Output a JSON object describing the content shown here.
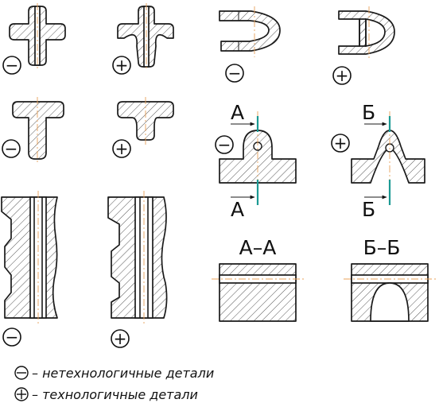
{
  "symbols": {
    "minus": "−",
    "plus": "+"
  },
  "section_marks": {
    "a_top": "А",
    "a_bottom": "А",
    "b_top": "Б",
    "b_bottom": "Б",
    "a_section": "А–А",
    "b_section": "Б–Б"
  },
  "legend": {
    "minus_text": "– нетехнологичные детали",
    "plus_text": "– технологичные детали"
  },
  "colors": {
    "line": "#1a1a1a",
    "axis": "#e8a15a",
    "cut_plane": "#1c9a94"
  }
}
